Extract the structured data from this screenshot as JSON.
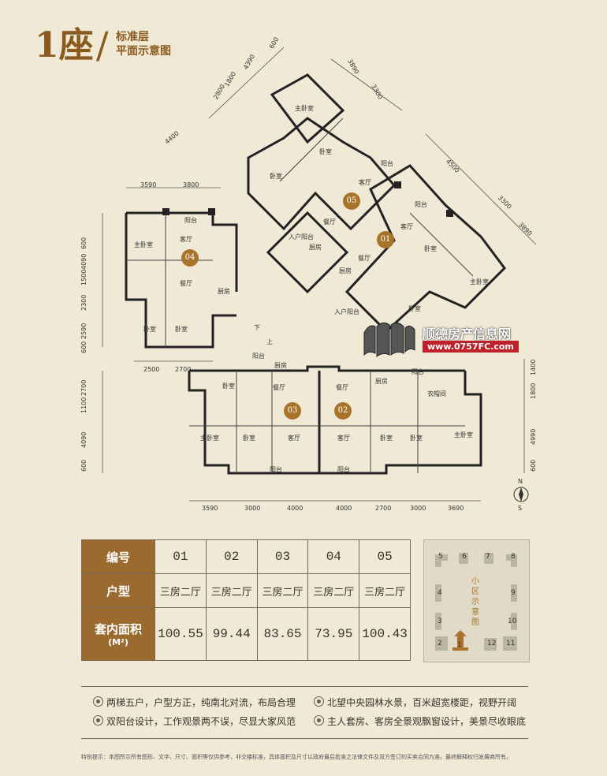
{
  "title": {
    "building": "1座",
    "slash": "/",
    "line1": "标准层",
    "line2": "平面示意图"
  },
  "plan": {
    "rooms": {
      "master_bedroom": "主卧室",
      "bedroom": "卧室",
      "living_room": "客厅",
      "dining_room": "餐厅",
      "kitchen": "厨房",
      "balcony": "阳台",
      "entry_balcony": "入户阳台",
      "cloakroom": "衣帽间",
      "stair_down": "下",
      "stair_up": "上"
    },
    "units": [
      "01",
      "02",
      "03",
      "04",
      "05"
    ],
    "dims": {
      "top_diag": [
        "2800",
        "1800",
        "4390",
        "600",
        "3890",
        "3300",
        "4400",
        "4500",
        "3300",
        "3890"
      ],
      "top_left": [
        "3590",
        "3800"
      ],
      "left": [
        "600",
        "4090",
        "1500",
        "2300",
        "2590",
        "600"
      ],
      "mid_left": [
        "2500",
        "2700"
      ],
      "left_lower": [
        "2700",
        "1100",
        "4090",
        "600"
      ],
      "right": [
        "1400",
        "1800",
        "4990",
        "600"
      ],
      "bottom": [
        "3590",
        "3000",
        "4000",
        "4000",
        "2700",
        "3000",
        "3690"
      ]
    },
    "compass": {
      "north": "N",
      "south": "S"
    }
  },
  "watermark": {
    "name": "顺德房产信息网",
    "url": "www.0757FC.com"
  },
  "table": {
    "row_labels": {
      "id": "编号",
      "type": "户型",
      "area": "套内面积",
      "area_unit": "(M²)"
    },
    "units": [
      {
        "id": "01",
        "type": "三房二厅",
        "area": "100.55"
      },
      {
        "id": "02",
        "type": "三房二厅",
        "area": "99.44"
      },
      {
        "id": "03",
        "type": "三房二厅",
        "area": "83.65"
      },
      {
        "id": "04",
        "type": "三房二厅",
        "area": "73.95"
      },
      {
        "id": "05",
        "type": "三房二厅",
        "area": "100.43"
      }
    ]
  },
  "site_map": {
    "legend": "小区示意图",
    "buildings": [
      "5",
      "6",
      "7",
      "8",
      "4",
      "9",
      "3",
      "10",
      "2",
      "1",
      "12",
      "11"
    ]
  },
  "features": [
    "两梯五户，户型方正，纯南北对流，布局合理",
    "北望中央园林水景，百米超宽楼距，视野开阔",
    "双阳台设计，工作观景两不误，尽显大家风范",
    "主人套房、客房全景观飘窗设计，美景尽收眼底"
  ],
  "disclaimer": "特别提示：本图所示所有图形、文字、尺寸、面积等仅供参考，非交楼标准，具体面积及尺寸以政府最后批准之法律文件及双方签订的买卖合同为准。最终解释权归发展商所有。",
  "colors": {
    "accent": "#9a6a2e",
    "background": "#efe9d6"
  }
}
